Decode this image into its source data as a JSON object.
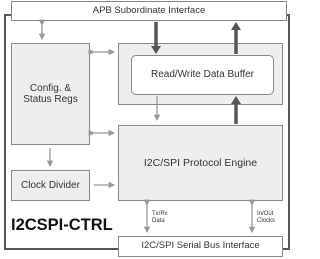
{
  "diagram": {
    "apb_interface": "APB Subordinate Interface",
    "config_regs": "Config. &\nStatus Regs",
    "clock_divider": "Clock Divider",
    "data_buffer": "Read/Write Data Buffer",
    "protocol_engine": "I2C/SPI Protocol Engine",
    "serial_bus": "I2C/SPI Serial Bus Interface",
    "block_name": "I2CSPI-CTRL",
    "signal_tx_rx": "Tx/Rx\nData",
    "signal_in_out": "In/Out\nClocks"
  },
  "colors": {
    "outer_border": "#555555",
    "block_fill": "#eeeeee",
    "block_border": "#888888",
    "inner_fill": "#ffffff",
    "thick_arrow": "#555555",
    "thin_arrow": "#999999"
  }
}
